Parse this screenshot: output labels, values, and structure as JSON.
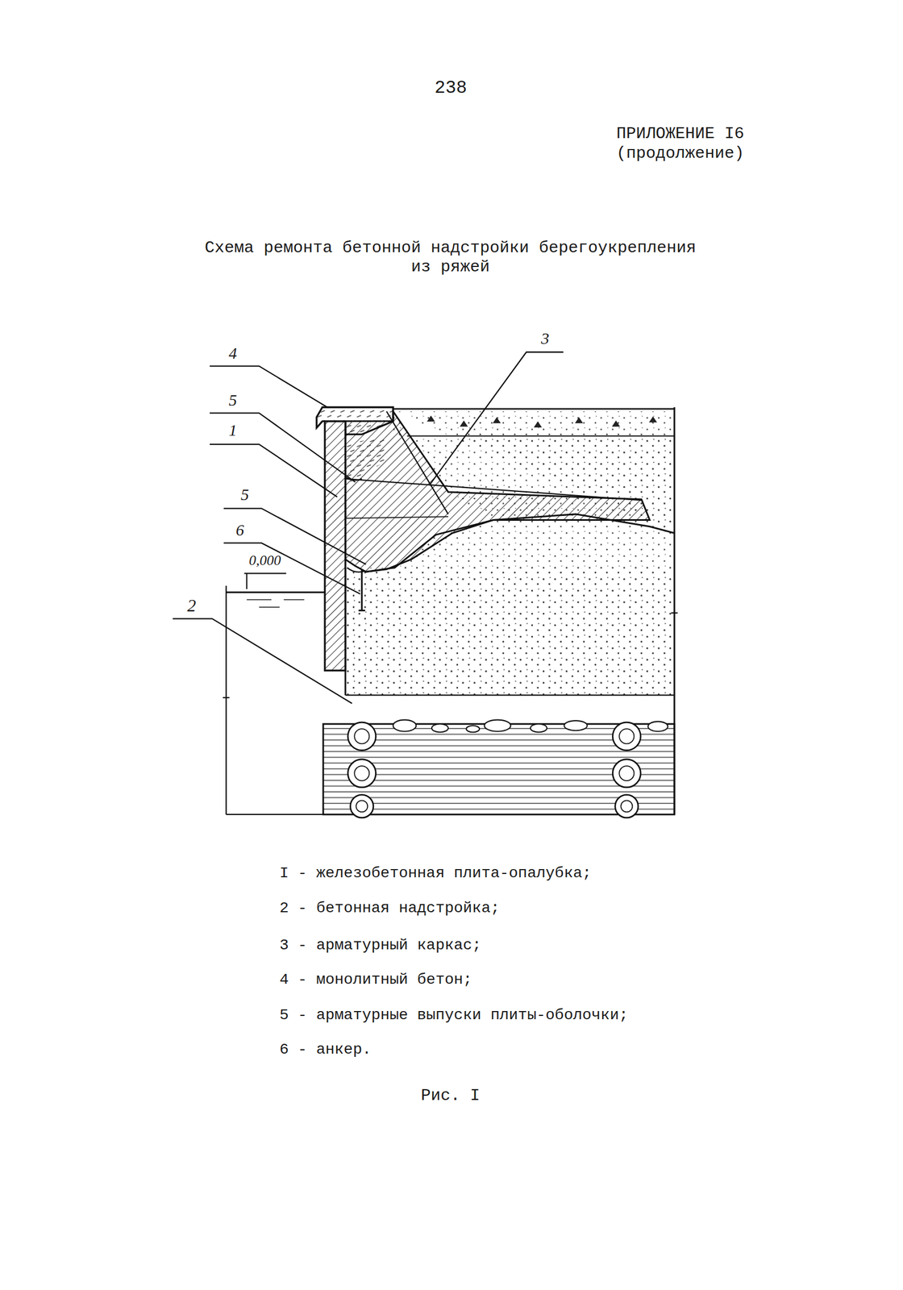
{
  "diagram": {
    "title": "Схема ремонта бетонной надстройки берегоукрепления из ряжей",
    "caption": "Рис. I",
    "labels": [
      "238",
      "ПРИЛОЖЕНИЕ I6",
      "(продолжение)",
      "4",
      "5",
      "1",
      "5",
      "6",
      "0,000",
      "2",
      "3",
      "I - железобетонная плита-опалубка;",
      "2 - бетонная надстройка;",
      "3 - арматурный каркас;",
      "4 - монолитный бетон;",
      "5 - арматурные выпуски плиты-оболочки;",
      "6 - анкер."
    ]
  }
}
